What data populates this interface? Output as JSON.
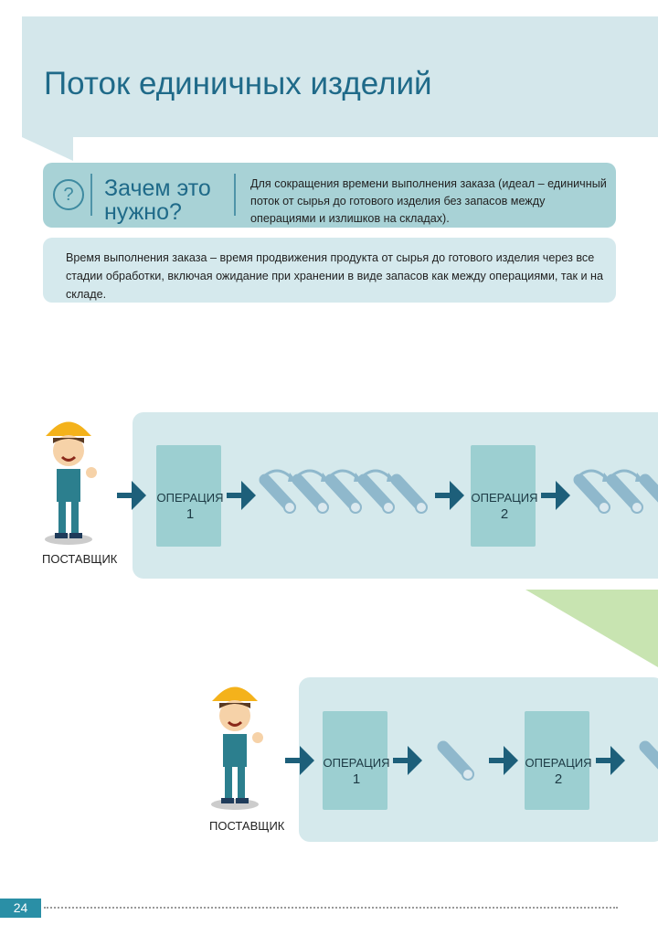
{
  "title": "Поток единичных изделий",
  "why": {
    "heading": "Зачем это нужно?",
    "text": "Для сокращения времени выполнения заказа (идеал – единичный поток от сырья до готового изделия без запасов между операциями и излишков на складах)."
  },
  "definition": "Время выполнения заказа – время продвижения продукта от сырья до готового изделия через все стадии обработки, включая ожидание при хранении в виде запасов как между операциями, так и на складе.",
  "diagram1": {
    "supplier": "ПОСТАВЩИК",
    "ops": [
      {
        "label": "ОПЕРАЦИЯ",
        "num": "1"
      },
      {
        "label": "ОПЕРАЦИЯ",
        "num": "2"
      }
    ]
  },
  "diagram2": {
    "supplier": "ПОСТАВЩИК",
    "ops": [
      {
        "label": "ОПЕРАЦИЯ",
        "num": "1"
      },
      {
        "label": "ОПЕРАЦИЯ",
        "num": "2"
      }
    ]
  },
  "page_number": "24",
  "colors": {
    "accent": "#1f6a89",
    "arrow": "#1d5f7a",
    "tube": "#8fb8cc"
  }
}
